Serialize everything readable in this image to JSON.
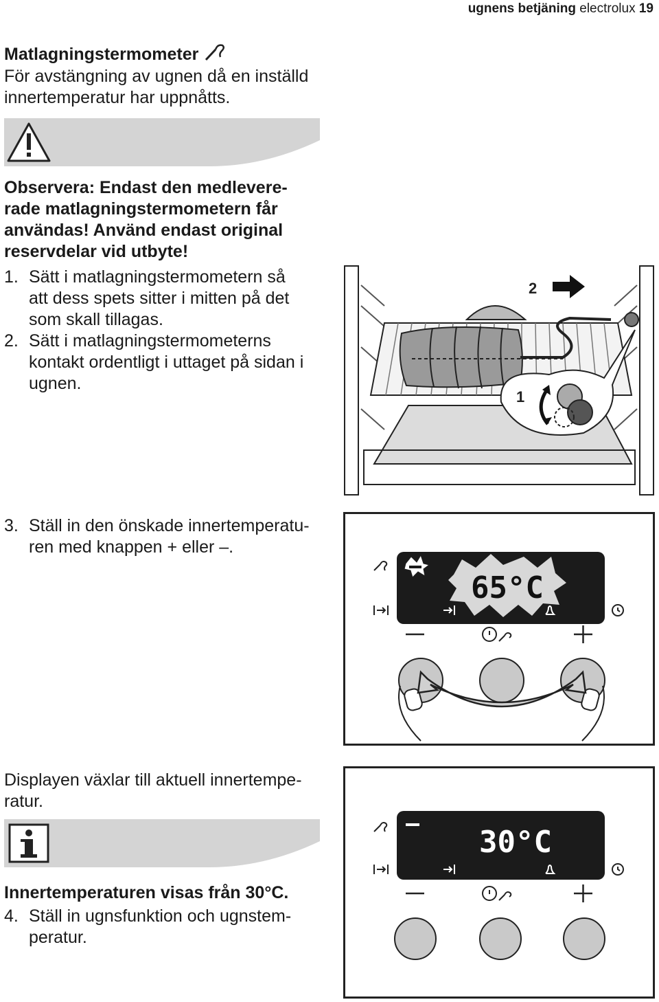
{
  "header": {
    "section": "ugnens betjäning",
    "brand": "electrolux",
    "page": "19"
  },
  "title": "Matlagningstermometer",
  "intro": [
    "För avstängning av ugnen då en inställd",
    "innertemperatur har uppnåtts."
  ],
  "warning": {
    "icon": "warning-triangle-icon",
    "lines": [
      "Observera: Endast den medlevere-",
      "rade matlagningstermometern får",
      "användas! Använd endast original",
      "reservdelar vid utbyte!"
    ]
  },
  "steps_a": [
    {
      "num": "1.",
      "lines": [
        "Sätt i matlagningstermometern så",
        "att dess spets sitter i mitten på det",
        "som skall tillagas."
      ]
    },
    {
      "num": "2.",
      "lines": [
        "Sätt i matlagningstermometerns",
        "kontakt ordentligt i uttaget på sidan i",
        "ugnen."
      ]
    }
  ],
  "oven_figure": {
    "label_1": "1",
    "label_2": "2"
  },
  "step3": {
    "num": "3.",
    "lines": [
      "Ställ in den önskade innertemperatu-",
      "ren med knappen + eller –."
    ]
  },
  "display1": {
    "temp": "65",
    "unit": "°C"
  },
  "display2": {
    "temp": "30",
    "unit": "°C",
    "dash": "–"
  },
  "panel_labels": {
    "minus": "–",
    "plus": "+"
  },
  "info_text": [
    "Displayen växlar till aktuell innertempe-",
    "ratur."
  ],
  "info": {
    "icon": "info-icon",
    "letter": "i"
  },
  "note": "Innertemperaturen visas från 30°C.",
  "step4": {
    "num": "4.",
    "lines": [
      "Ställ in ugnsfunktion och ugnstem-",
      "peratur."
    ]
  },
  "colors": {
    "banner": "#d4d4d4",
    "display": "#1b1b1b",
    "knob": "#c9c9c9"
  }
}
